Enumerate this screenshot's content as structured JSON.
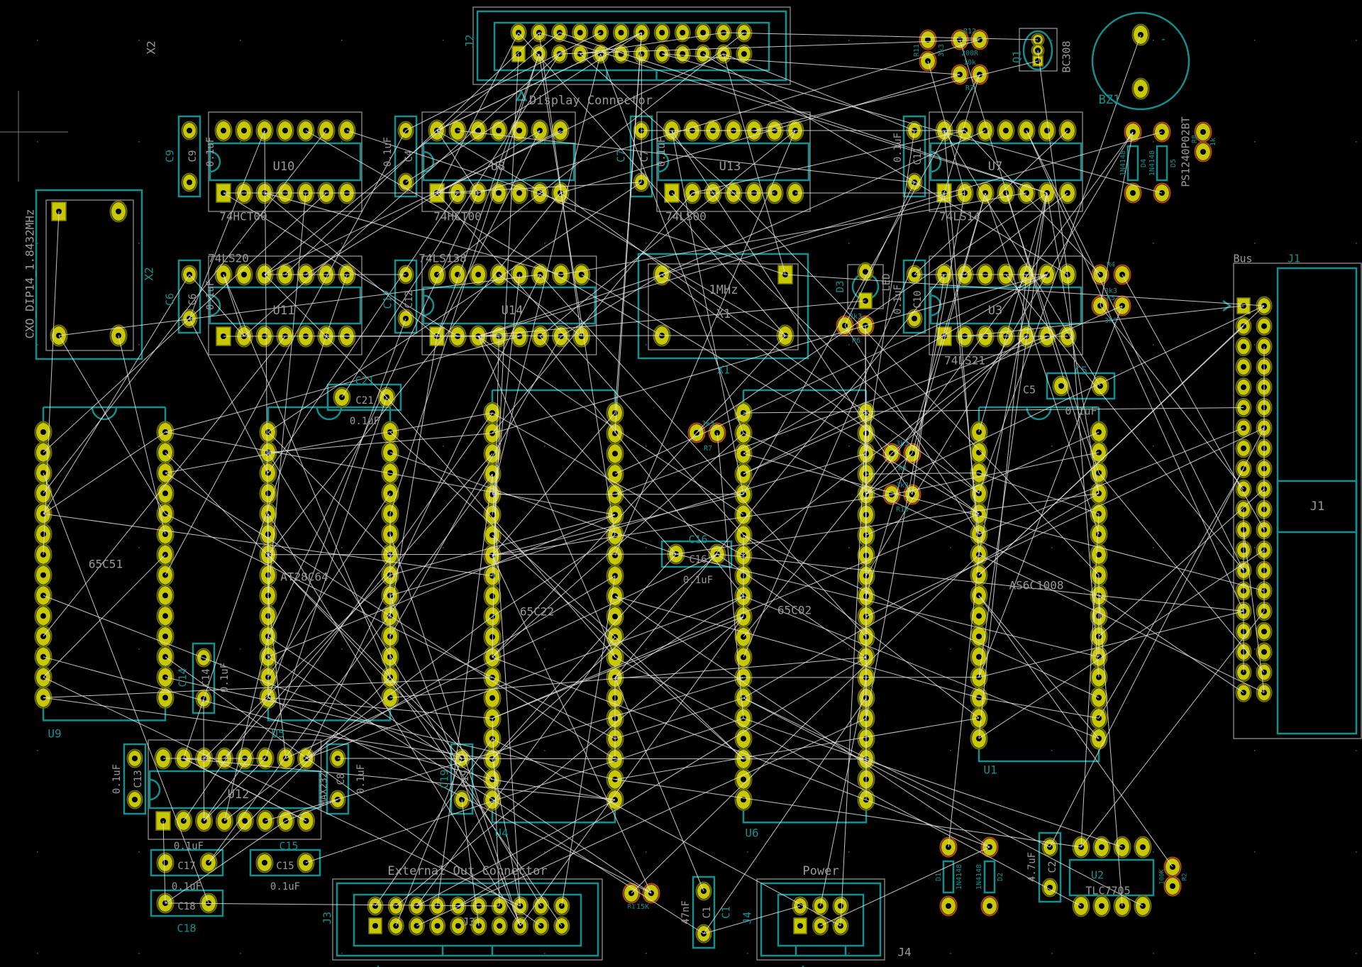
{
  "view": {
    "type": "pcb-layout",
    "background": "#000000",
    "pad_color": "#c8c800",
    "silk_color": "#11908f",
    "fab_color": "#9a9a9a",
    "ratsnest_color": "#e6e6e6"
  },
  "titles": {
    "display_connector": "Display Connector",
    "external_out_connector": "External Out Connector",
    "power": "Power",
    "bus": "Bus"
  },
  "components": {
    "J2": {
      "ref": "J2"
    },
    "J1": {
      "ref": "J1"
    },
    "J3": {
      "ref": "J3"
    },
    "J4": {
      "ref": "J4"
    },
    "U10": {
      "ref": "U10",
      "value": "74HCT00"
    },
    "U8": {
      "ref": "U8",
      "value": "74HCT00"
    },
    "U13": {
      "ref": "U13",
      "value": "74LS00"
    },
    "U7": {
      "ref": "U7",
      "value": "74LS14"
    },
    "U11": {
      "ref": "U11",
      "value": "74LS20"
    },
    "U14": {
      "ref": "U14",
      "value": "74LS138"
    },
    "U3": {
      "ref": "U3",
      "value": "74LS21"
    },
    "U9": {
      "ref": "U9",
      "value": "65C51"
    },
    "U5": {
      "ref": "U5",
      "value": "AT28C64"
    },
    "U4": {
      "ref": "U4",
      "value": "65C22"
    },
    "U6": {
      "ref": "U6",
      "value": "65C02"
    },
    "U1": {
      "ref": "U1",
      "value": "AS6C1008"
    },
    "U12": {
      "ref": "U12",
      "value": "MAX232"
    },
    "U2": {
      "ref": "U2",
      "value": "TLC7705"
    },
    "X2": {
      "ref": "X2",
      "value": "CXO_DIP14_1.8432MHz"
    },
    "X1": {
      "ref": "X1",
      "value": "1MHz"
    },
    "C1": {
      "ref": "C1",
      "value": "47nF"
    },
    "C2": {
      "ref": "C2",
      "value": "4.7uF"
    },
    "C4": {
      "ref": "C4",
      "value": "0.1uF"
    },
    "C5": {
      "ref": "C5",
      "value": "0.1uF"
    },
    "C6": {
      "ref": "C6",
      "value": "0.1uF"
    },
    "C7": {
      "ref": "C7",
      "value": "0.1uF"
    },
    "C8": {
      "ref": "C8",
      "value": "0.1uF"
    },
    "C9": {
      "ref": "C9",
      "value": "0.1uF"
    },
    "C10": {
      "ref": "C10",
      "value": "0.1uF"
    },
    "C11": {
      "ref": "C11",
      "value": "0.1uF"
    },
    "C12": {
      "ref": "C12",
      "value": "0.1uF"
    },
    "C13": {
      "ref": "C13",
      "value": "0.1uF"
    },
    "C14": {
      "ref": "C14",
      "value": "0.1uF"
    },
    "C15": {
      "ref": "C15",
      "value": "0.1uF"
    },
    "C16": {
      "ref": "C16",
      "value": "0.1uF"
    },
    "C17": {
      "ref": "C17",
      "value": "0.1uF"
    },
    "C18": {
      "ref": "C18"
    },
    "C19": {
      "ref": "C19"
    },
    "C21": {
      "ref": "C21",
      "value": "0.1uF"
    },
    "D1": {
      "ref": "D1",
      "value": "1N4148"
    },
    "D2": {
      "ref": "D2",
      "value": "1N4148"
    },
    "D3": {
      "ref": "D3",
      "value": "LED"
    },
    "D4": {
      "ref": "D4",
      "value": "1N4148"
    },
    "D5": {
      "ref": "D5",
      "value": "1N4148"
    },
    "R1": {
      "ref": "R1",
      "value": "15K"
    },
    "R2": {
      "ref": "R2",
      "value": "100K"
    },
    "R3": {
      "ref": "R3",
      "value": "10k"
    },
    "R4": {
      "ref": "R4",
      "value": "3k3"
    },
    "R5": {
      "ref": "R5",
      "value": "3k3"
    },
    "R6": {
      "ref": "R6",
      "value": "3k3"
    },
    "R7": {
      "ref": "R7",
      "value": "3k3"
    },
    "R8": {
      "ref": "R8",
      "value": "1k"
    },
    "R9": {
      "ref": "R9",
      "value": "3k3"
    },
    "R10": {
      "ref": "R10",
      "value": "3k3"
    },
    "R11": {
      "ref": "R11",
      "value": "3k3"
    },
    "R12": {
      "ref": "R12",
      "value": "200R"
    },
    "Q1": {
      "ref": "Q1",
      "value": "BC308"
    },
    "BZ1": {
      "ref": "BZ1",
      "value": "PS1240P02BT",
      "pin_mark": "-"
    }
  }
}
